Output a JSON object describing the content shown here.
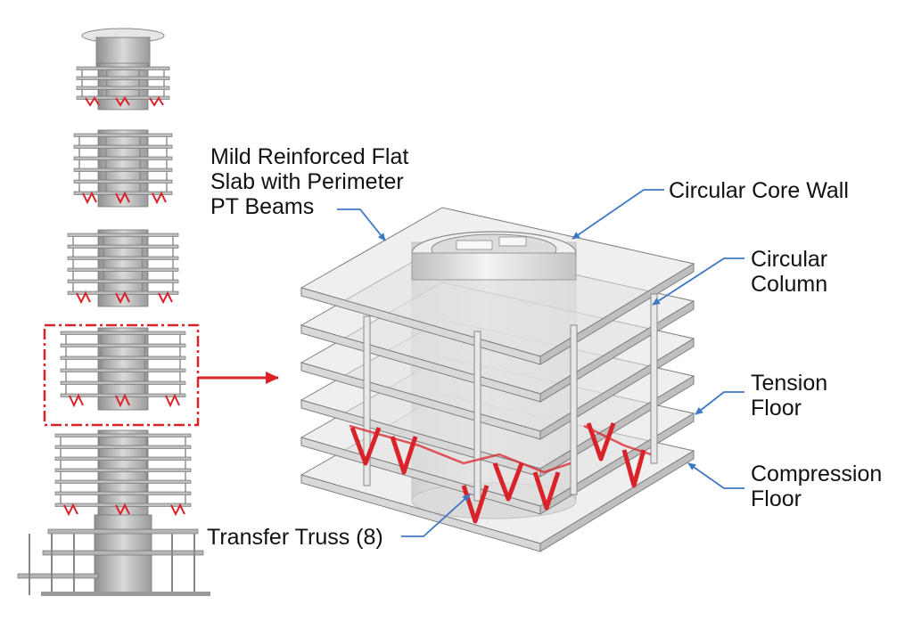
{
  "colors": {
    "truss": "#d9232a",
    "callout_arrow": "#3f78c2",
    "highlight": "#d9232a",
    "structure_light": "#ececec",
    "structure_mid": "#cfcfcf",
    "structure_dark": "#9c9c9c"
  },
  "labels": {
    "slab": [
      "Mild Reinforced Flat",
      "Slab with Perimeter",
      "PT Beams"
    ],
    "core": [
      "Circular Core Wall"
    ],
    "column": [
      "Circular",
      "Column"
    ],
    "tension": [
      "Tension",
      "Floor"
    ],
    "compression": [
      "Compression",
      "Floor"
    ],
    "truss": [
      "Transfer Truss (8)"
    ]
  }
}
